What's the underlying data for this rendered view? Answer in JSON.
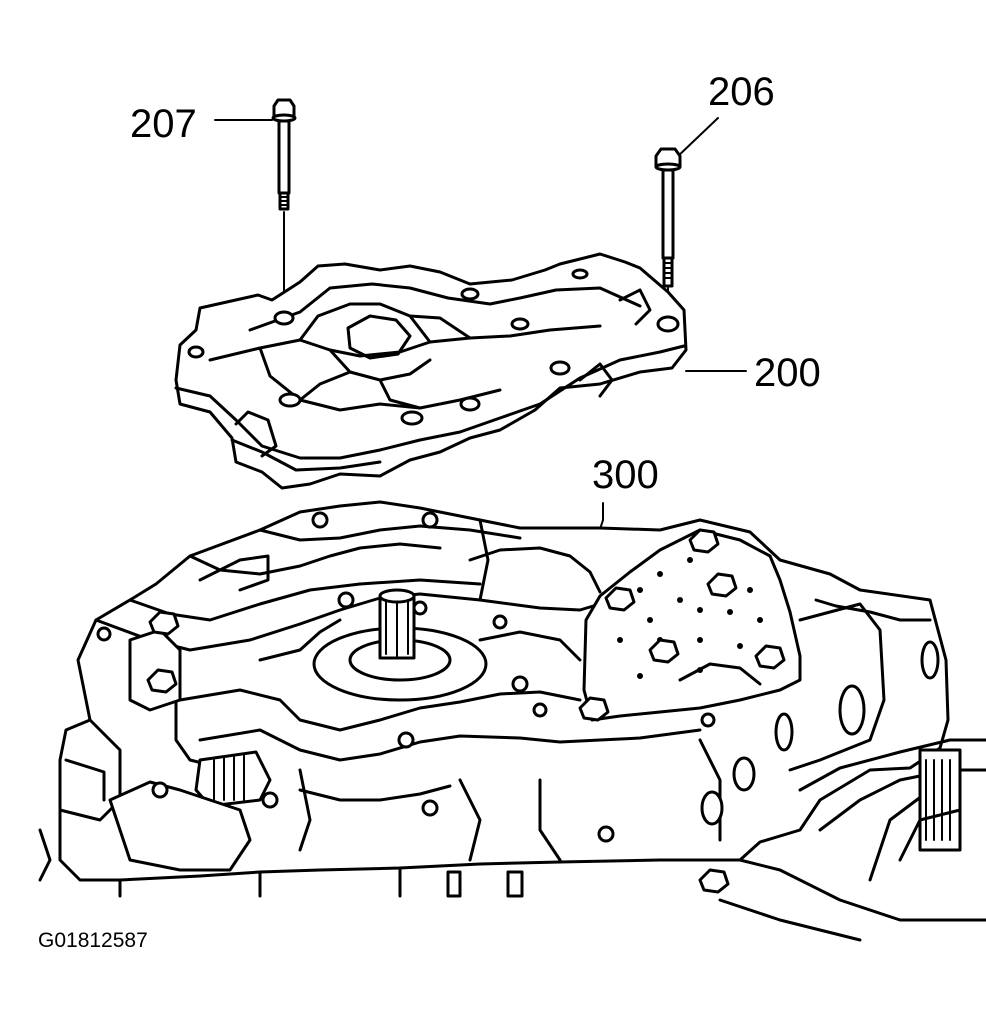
{
  "callouts": {
    "bolt_207": "207",
    "bolt_206": "206",
    "cover_200": "200",
    "valve_body_300": "300"
  },
  "figure_code": "G01812587",
  "icons": [
    "bolt-icon",
    "accumulator-cover-icon",
    "valve-body-icon",
    "transmission-case-icon"
  ]
}
